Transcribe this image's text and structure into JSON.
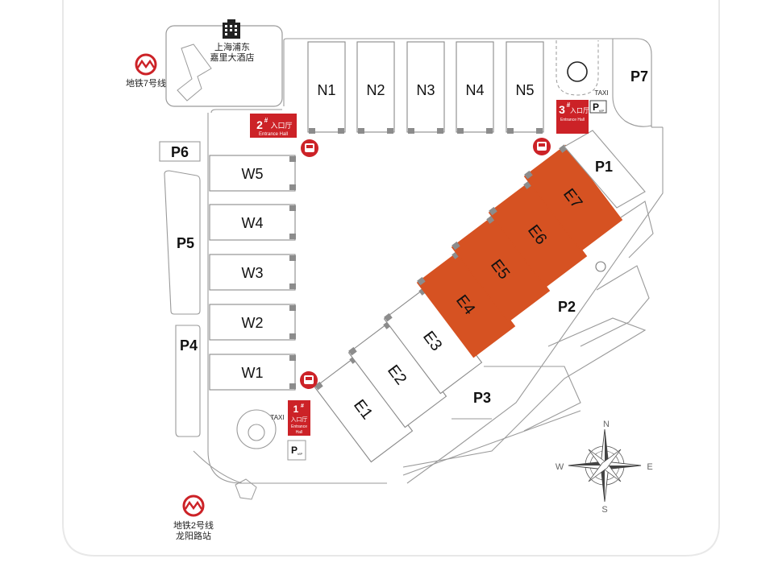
{
  "hotel": {
    "name_line1": "上海浦东",
    "name_line2": "嘉里大酒店"
  },
  "metro": {
    "line7": "地铁7号线",
    "line2_line1": "地铁2号线",
    "line2_line2": "龙阳路站"
  },
  "halls": {
    "north": [
      "N1",
      "N2",
      "N3",
      "N4",
      "N5"
    ],
    "west": [
      "W5",
      "W4",
      "W3",
      "W2",
      "W1"
    ],
    "east": [
      "E1",
      "E2",
      "E3",
      "E4",
      "E5",
      "E6",
      "E7"
    ],
    "highlighted": [
      "E4",
      "E5",
      "E6",
      "E7"
    ]
  },
  "parking": {
    "p1": "P1",
    "p2": "P2",
    "p3": "P3",
    "p4": "P4",
    "p5": "P5",
    "p6": "P6",
    "p7": "P7",
    "vip_p": "P",
    "vip_sub": "VIP"
  },
  "entrances": {
    "e1": {
      "num": "1",
      "sup": "#",
      "cn": "入口厅",
      "en_line1": "Entrance",
      "en_line2": "Hall"
    },
    "e2": {
      "num": "2",
      "sup": "#",
      "cn": "入口厅",
      "en": "Entrance Hall"
    },
    "e3": {
      "num": "3",
      "sup": "#",
      "cn": "入口厅",
      "en": "Entrance Hall"
    }
  },
  "taxi": "TAXI",
  "compass": {
    "n": "N",
    "s": "S",
    "e": "E",
    "w": "W"
  },
  "colors": {
    "highlight": "#D65222",
    "entrance": "#CC2227",
    "outline": "#8A8A8A",
    "hall_fill": "#FFFFFF",
    "door": "#8C8C8C"
  }
}
